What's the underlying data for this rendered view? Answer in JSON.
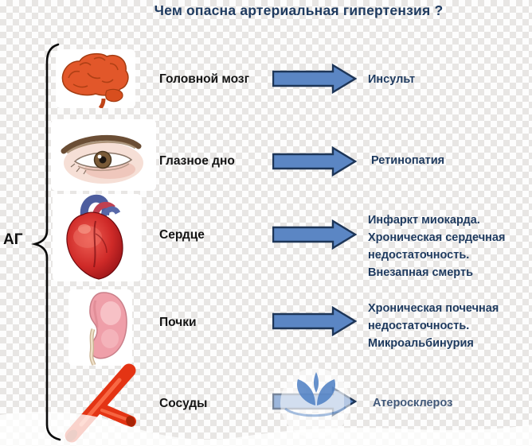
{
  "title": "Чем опасна артериальная гипертензия ?",
  "bracket_label": "АГ",
  "rows": [
    {
      "organ": "Головной мозг",
      "icon": "brain-icon",
      "consequence": "Инсульт"
    },
    {
      "organ": "Глазное дно",
      "icon": "eye-icon",
      "consequence": "Ретинопатия"
    },
    {
      "organ": "Сердце",
      "icon": "heart-icon",
      "consequence": "Инфаркт миокарда.\nХроническая сердечная\nнедостаточность.\nВнезапная смерть"
    },
    {
      "organ": "Почки",
      "icon": "kidney-icon",
      "consequence": "Хроническая почечная\nнедостаточность.\nМикроальбинурия"
    },
    {
      "organ": "Сосуды",
      "icon": "vessel-icon",
      "consequence": "Атеросклероз"
    }
  ],
  "colors": {
    "title_text": "#1e3a5f",
    "organ_text": "#141414",
    "consequence_text": "#1e3a5f",
    "arrow_fill": "#5b86c4",
    "arrow_border": "#1d3557",
    "brace": "#0a0a0a",
    "checker_gray": "#e8e6e4"
  }
}
